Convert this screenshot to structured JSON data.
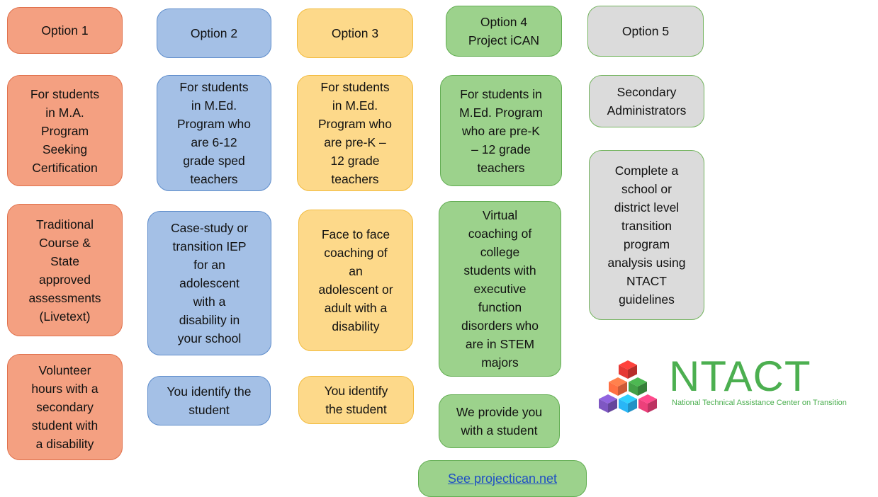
{
  "columns": [
    {
      "header": "Option 1",
      "boxes": [
        "For students\nin M.A.\nProgram\nSeeking\nCertification",
        "Traditional\nCourse &\nState\napproved\nassessments\n(Livetext)",
        "Volunteer\nhours with a\nsecondary\nstudent with\na disability"
      ]
    },
    {
      "header": "Option 2",
      "boxes": [
        "For students\nin M.Ed.\nProgram who\nare 6-12\ngrade sped\nteachers",
        "Case-study or\ntransition IEP\nfor an\nadolescent\nwith a\ndisability in\nyour school",
        "You identify the\nstudent"
      ]
    },
    {
      "header": "Option 3",
      "boxes": [
        "For students\nin M.Ed.\nProgram who\nare pre-K –\n12 grade\nteachers",
        "Face to face\ncoaching of\nan\nadolescent or\nadult with a\ndisability",
        "You identify\nthe student"
      ]
    },
    {
      "header": "Option 4\nProject iCAN",
      "boxes": [
        "For students in\nM.Ed. Program\nwho are pre-K\n– 12 grade\nteachers",
        "Virtual\ncoaching of\ncollege\nstudents with\nexecutive\nfunction\ndisorders who\nare in STEM\nmajors",
        "We provide you\nwith a student"
      ]
    },
    {
      "header": "Option 5",
      "boxes": [
        "Secondary\nAdministrators",
        "Complete a\nschool or\ndistrict level\ntransition\nprogram\nanalysis using\nNTACT\nguidelines"
      ]
    }
  ],
  "link": {
    "text": "See projectican.net"
  },
  "logo": {
    "title": "NTACT",
    "subtitle": "National Technical Assistance Center on Transition",
    "cube_colors": [
      "#e53935",
      "#ff7043",
      "#43a047",
      "#7e57c2",
      "#29b6f6",
      "#ec407a"
    ]
  },
  "colors": {
    "option1": "#f4a081",
    "option2": "#a4c0e6",
    "option3": "#fdd98a",
    "option4": "#9cd28c",
    "option5": "#dbdbdb",
    "link": "#1f4fc4",
    "ntact_green": "#4caf50"
  }
}
